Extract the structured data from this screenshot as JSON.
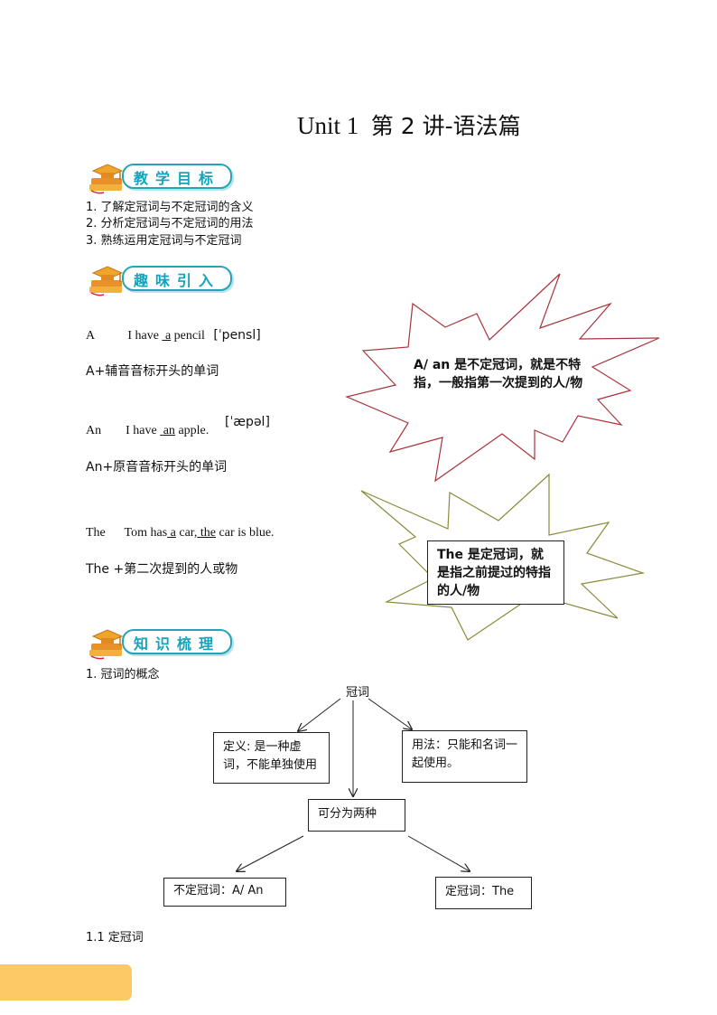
{
  "title": {
    "unit": "Unit 1",
    "lecture": "第 2 讲-语法篇"
  },
  "sections": {
    "goals": "教学目标",
    "intro": "趣味引入",
    "knowledge": "知识梳理"
  },
  "goals": [
    "1. 了解定冠词与不定冠词的含义",
    "2. 分析定冠词与不定冠词的用法",
    "3. 熟练运用定冠词与不定冠词"
  ],
  "intro": {
    "a_label": "A",
    "a_sentence_pre": "I have",
    "a_article": "a",
    "a_word": "pencil",
    "a_phonetic": "[ˈpensl]",
    "a_rule": "A+辅音音标开头的单词",
    "an_label": "An",
    "an_sentence_pre": "I have",
    "an_article": "an",
    "an_word": "apple.",
    "an_phonetic": "[ˈæpəl]",
    "an_rule": "An+原音音标开头的单词",
    "the_label": "The",
    "the_sentence_pre": "Tom has",
    "the_article_a": "a",
    "the_mid": "car,",
    "the_article": "the",
    "the_end": "car is blue.",
    "the_rule": "The +第二次提到的人或物",
    "callout_red": "A/ an 是不定冠词，就是不特指，一般指第一次提到的人/物",
    "callout_olive": "The 是定冠词，就是指之前提过的特指的人/物",
    "callout_red_color": "#a8343c",
    "callout_olive_color": "#8a8a3a"
  },
  "knowledge": {
    "item1": "1. 冠词的概念",
    "root": "冠词",
    "definition": "定义: 是一种虚词，不能单独使用",
    "usage": "用法：只能和名词一起使用。",
    "divide": "可分为两种",
    "indefinite": "不定冠词：A/ An",
    "definite": "定冠词：The",
    "item1_1": "1.1 定冠词"
  },
  "colors": {
    "accent": "#13a3bd",
    "footer": "#fdc964"
  }
}
